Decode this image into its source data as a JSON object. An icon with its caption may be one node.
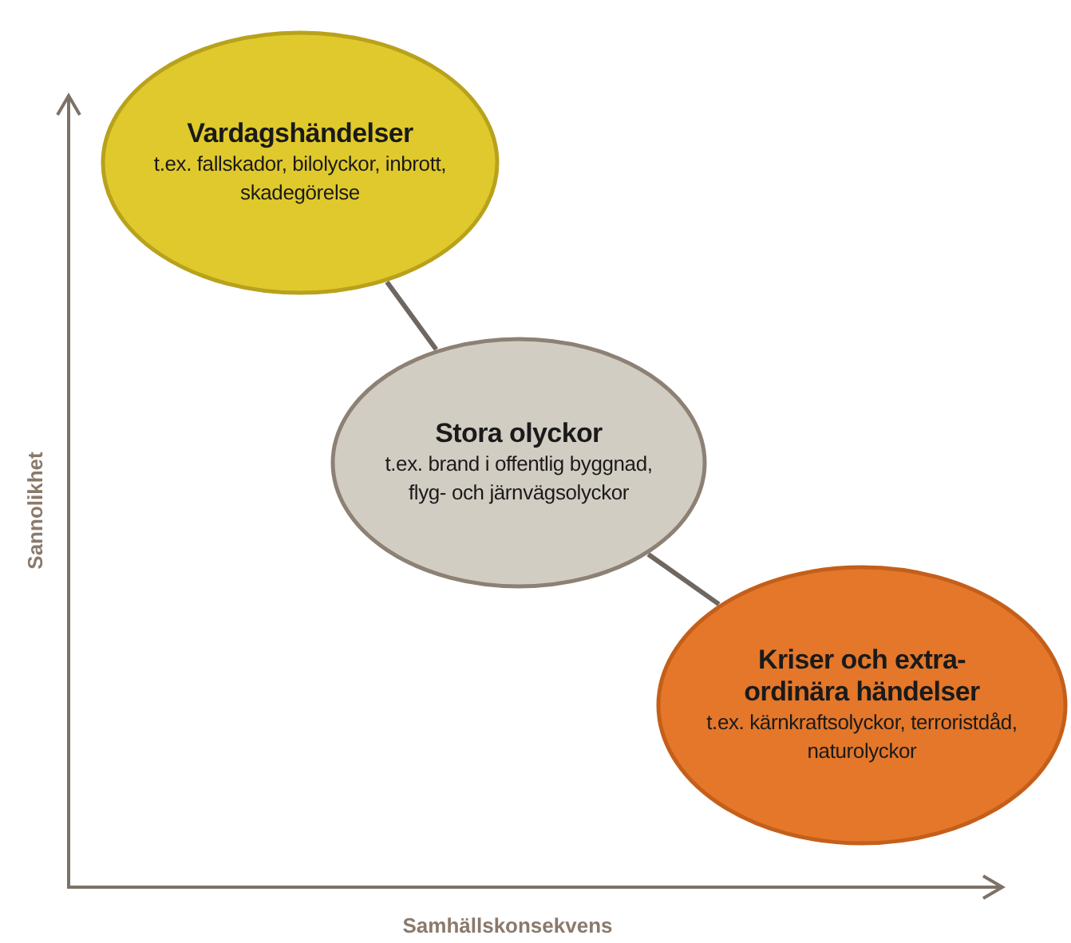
{
  "diagram": {
    "nodes": [
      {
        "text": [
          "Vardagshändelser",
          "t.ex. fallskador, bilolyckor, inbrott, skadegörelse"
        ]
      },
      {
        "text": [
          "Stora olyckor",
          "t.ex. brand i offentlig byggnad, flyg- och järnvägsolyckor"
        ]
      },
      {
        "text": [
          "Kriser och extra-ordinära händelser",
          "t.ex. kärnkraftsolyckor, terroristdåd, naturolyckor"
        ]
      }
    ],
    "edges": [
      {
        "from": 0,
        "to": 1,
        "arrow": "none"
      },
      {
        "from": 1,
        "to": 2,
        "arrow": "none"
      }
    ],
    "labels": [
      "Sannolikhet",
      "Samhällskonsekvens"
    ]
  }
}
